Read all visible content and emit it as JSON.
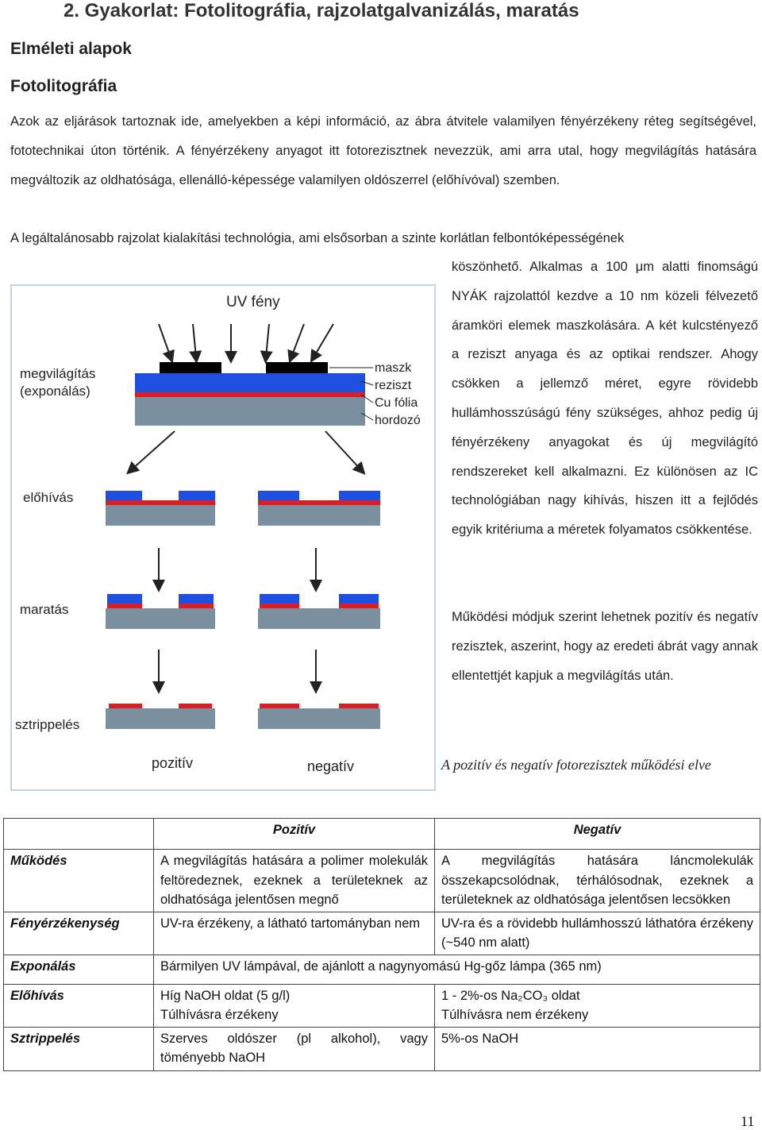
{
  "title": "2. Gyakorlat: Fotolitográfia, rajzolatgalvanizálás, maratás",
  "section": "Elméleti alapok",
  "subsection": "Fotolitográfia",
  "para1": "Azok az eljárások tartoznak ide, amelyekben a képi információ, az ábra átvitele valamilyen fényérzékeny réteg segítségével, fototechnikai úton történik. A fényérzékeny anyagot itt fotoreziszt­nek nevezzük, ami arra utal, hogy megvilágítás hatására megváltozik az oldhatósága, ellenálló-képessége valamilyen oldószerrel (előhívóval) szemben.",
  "para2": "A legáltalánosabb rajzolat kialakítási technológia, ami elsősorban a szinte korlátlan felbontóképességének",
  "right_text": "köszönhető. Alkalmas a 100 μm alatti finomságú NYÁK rajzolattól kezdve a 10 nm közeli félvezető áramköri elemek maszkolására. A két kulcstényező a reziszt anyaga és az optikai rendszer. Ahogy csökken a jellemző méret, egyre rövidebb hullámhosszúságú fény szükséges, ahhoz pedig új fényérzékeny anyagokat és új megvilágító rendszereket kell alkalmazni. Ez különösen az IC technológiában nagy kihívás, hiszen itt a fejlődés egyik kritériuma a méretek folyamatos csökkentése.",
  "right_text2": "Működési módjuk szerint lehetnek pozitív és negatív reziszt­ek, aszerint, hogy az eredeti ábrát vagy annak ellentettjét kapjuk a megvilágítás után.",
  "caption": "A pozitív és negatív fotorezisztek működési elve",
  "figure": {
    "uv": "UV fény",
    "exposure": [
      "megvilágítás",
      "(exponálás)"
    ],
    "legend": [
      "maszk",
      "reziszt",
      "Cu fólia",
      "hordozó"
    ],
    "develop": "előhívás",
    "etch": "maratás",
    "strip": "sztrippelés",
    "positive": "pozitív",
    "negative": "negatív",
    "colors": {
      "mask": "#000000",
      "resist": "#1f4fe0",
      "copper": "#d81f26",
      "substrate": "#7a8fa0"
    }
  },
  "table": {
    "head": [
      "Pozitív",
      "Negatív"
    ],
    "rows": [
      {
        "label": "Működés",
        "pos": "A megvilágítás hatására a polimer molekulák feltöredeznek, ezeknek a területeknek az oldhatósága jelentősen megnő",
        "neg": "A megvilágítás hatására láncmolekulák összekapcsolódnak, térhálósodnak, ezeknek a területeknek az oldhatósága jelentősen lecsökken"
      },
      {
        "label": "Fényérzékenység",
        "pos": "UV-ra érzékeny, a látható tartományban nem",
        "neg": "UV-ra és a rövidebb hullámhosszú láthatóra érzékeny (~540 nm alatt)"
      },
      {
        "label": "Exponálás",
        "both": "Bármilyen UV lámpával, de ajánlott a nagynyomású Hg-gőz lámpa (365 nm)"
      },
      {
        "label": "Előhívás",
        "pos": "Híg NaOH oldat (5 g/l)",
        "pos2": "Túlhívásra érzékeny",
        "neg": "1 - 2%-os Na₂CO₃ oldat",
        "neg2": "Túlhívásra nem érzékeny"
      },
      {
        "label": "Sztrippelés",
        "pos": "Szerves oldószer (pl alkohol), vagy töményebb NaOH",
        "neg": "5%-os NaOH"
      }
    ]
  },
  "page_number": "11"
}
